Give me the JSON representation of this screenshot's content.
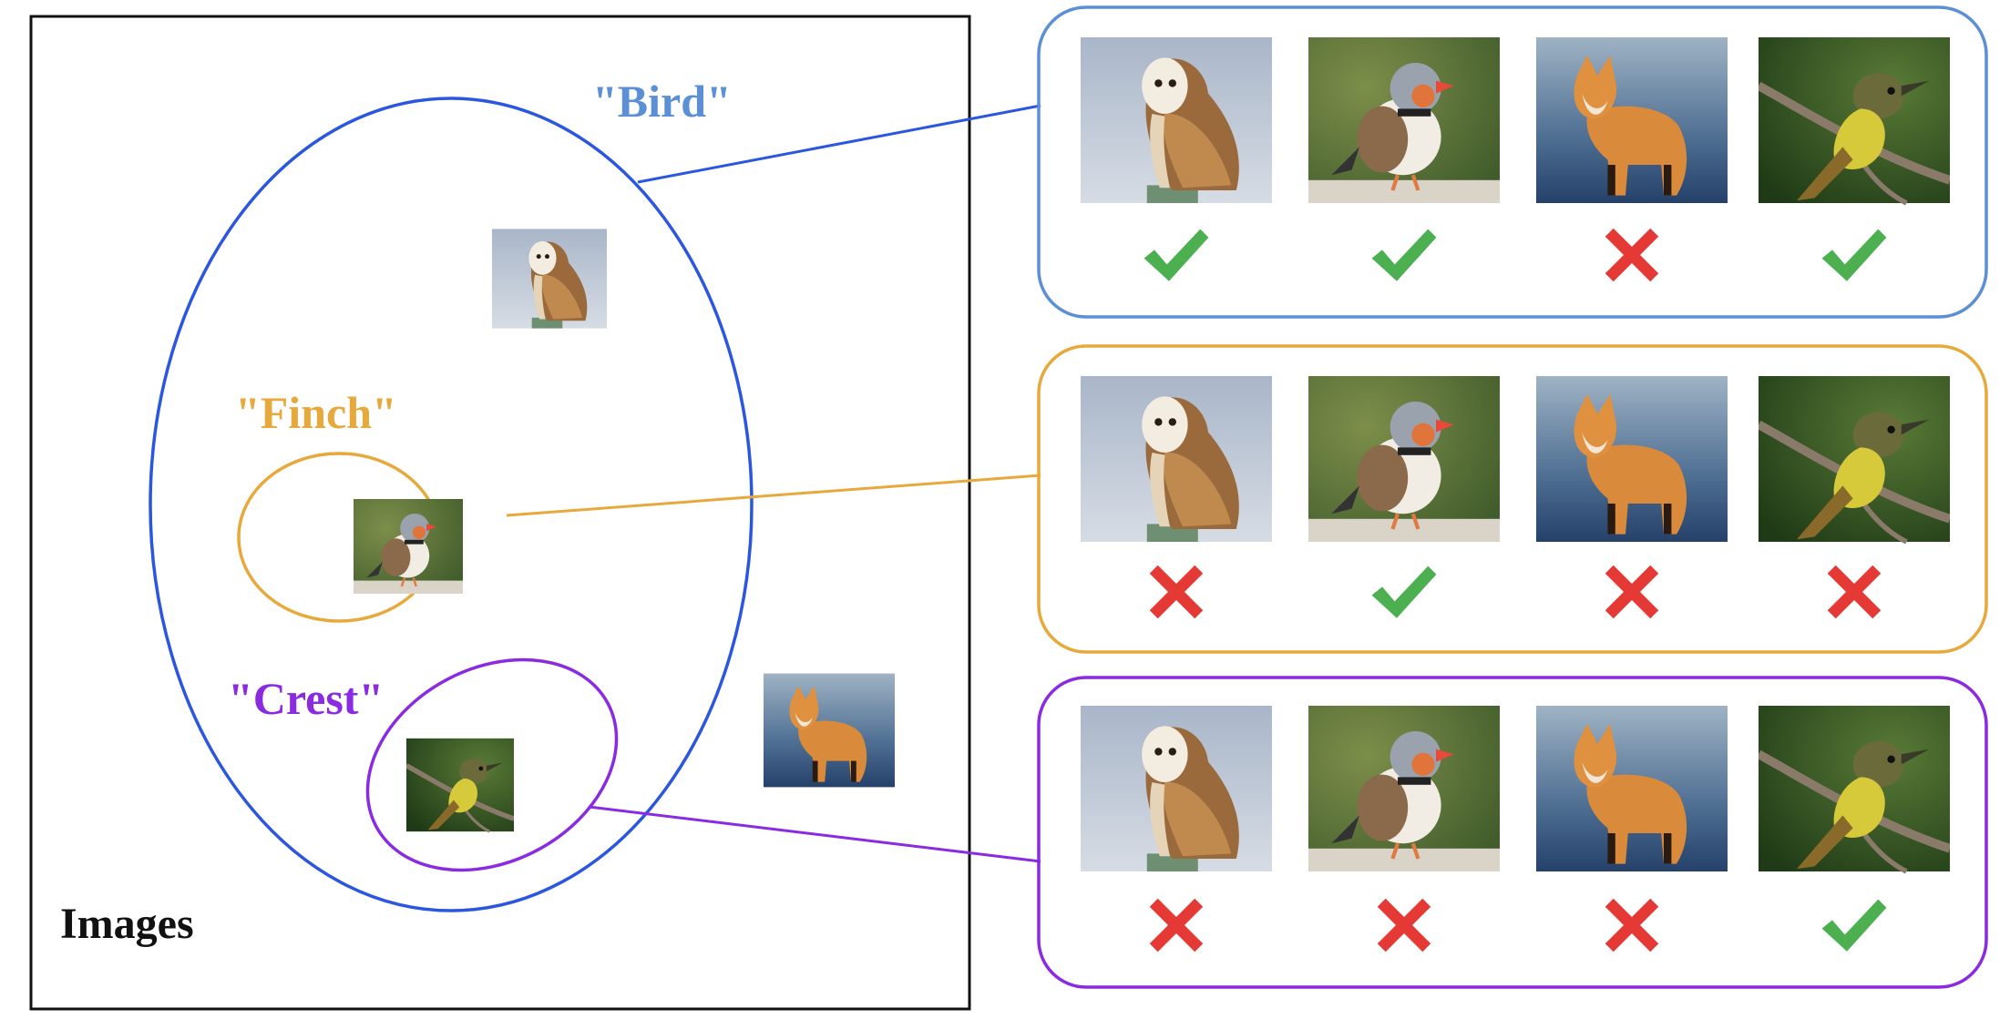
{
  "diagram": {
    "panel_label": "Images",
    "concepts": [
      {
        "id": "bird",
        "label": "\"Bird\"",
        "color": "#5b8fd6",
        "ring_color": "#2a56e0",
        "marks": [
          "check",
          "check",
          "cross",
          "check"
        ]
      },
      {
        "id": "finch",
        "label": "\"Finch\"",
        "color": "#e8a93c",
        "ring_color": "#e8a93c",
        "marks": [
          "cross",
          "check",
          "cross",
          "cross"
        ]
      },
      {
        "id": "crest",
        "label": "\"Crest\"",
        "color": "#8a2be2",
        "ring_color": "#8a2be2",
        "marks": [
          "cross",
          "cross",
          "cross",
          "check"
        ]
      }
    ],
    "images": [
      {
        "id": "owl",
        "icon": "barn-owl-image"
      },
      {
        "id": "zebra-finch",
        "icon": "zebra-finch-image"
      },
      {
        "id": "fox",
        "icon": "red-fox-image"
      },
      {
        "id": "flycatcher",
        "icon": "crested-flycatcher-image"
      }
    ],
    "colors": {
      "frame": "#111111",
      "check": "#4caf50",
      "cross": "#e53935",
      "bird_box": "#5b8fd6",
      "finch_box": "#e8a93c",
      "crest_box": "#8a2be2"
    }
  }
}
